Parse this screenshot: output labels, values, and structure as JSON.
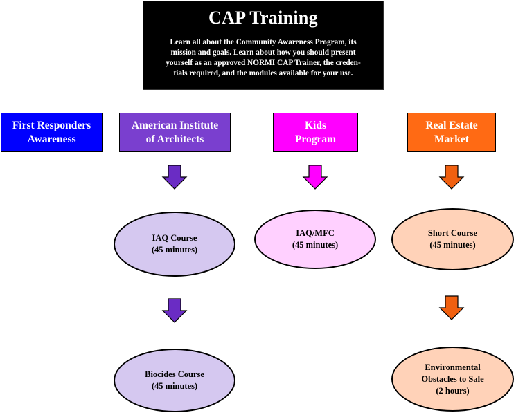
{
  "header": {
    "title": "CAP Training",
    "desc_lines": [
      "Learn all about the Community Awareness Program, its",
      "mission and goals.  Learn about how you should present",
      "yourself as an approved NORMI CAP Trainer, the creden-",
      "tials required, and the modules available for your use."
    ]
  },
  "programs": [
    {
      "lines": [
        "First Responders",
        "Awareness"
      ],
      "color": "#0000ff"
    },
    {
      "lines": [
        "American Institute",
        "of Architects"
      ],
      "color": "#7a3fcf"
    },
    {
      "lines": [
        "Kids",
        "Program"
      ],
      "color": "#ff00ff"
    },
    {
      "lines": [
        "Real Estate",
        "Market"
      ],
      "color": "#ff6a14"
    }
  ],
  "courses": {
    "aia_1": {
      "lines": [
        "IAQ Course",
        "(45 minutes)"
      ],
      "fill": "#d5c8f0"
    },
    "aia_2": {
      "lines": [
        "Biocides Course",
        "(45 minutes)"
      ],
      "fill": "#d5c8f0"
    },
    "kids_1": {
      "lines": [
        "IAQ/MFC",
        "(45 minutes)"
      ],
      "fill": "#ffd0ff"
    },
    "re_1": {
      "lines": [
        "Short Course",
        "(45 minutes)"
      ],
      "fill": "#ffd2b8"
    },
    "re_2": {
      "lines": [
        "Environmental",
        "Obstacles to Sale",
        "(2 hours)"
      ],
      "fill": "#ffd2b8"
    }
  },
  "arrow_colors": {
    "aia": "#6a2cc4",
    "kids": "#ff00ff",
    "re": "#f06010"
  }
}
